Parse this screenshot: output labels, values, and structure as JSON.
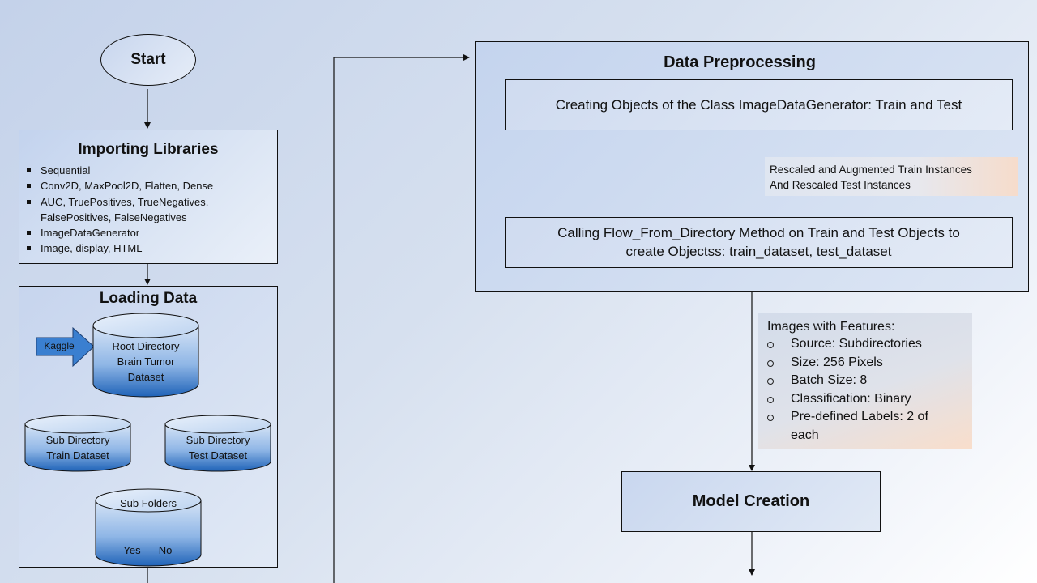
{
  "start": {
    "label": "Start"
  },
  "importing": {
    "title": "Importing Libraries",
    "items": [
      "Sequential",
      "Conv2D, MaxPool2D,  Flatten, Dense",
      "AUC, TruePositives, TrueNegatives, FalsePositives, FalseNegatives",
      "ImageDataGenerator",
      "Image, display, HTML"
    ]
  },
  "loading": {
    "title": "Loading Data",
    "kaggle": "Kaggle",
    "root_l1": "Root Directory",
    "root_l2": "Brain Tumor",
    "root_l3": "Dataset",
    "train_l1": "Sub Directory",
    "train_l2": "Train Dataset",
    "test_l1": "Sub Directory",
    "test_l2": "Test Dataset",
    "folders": "Sub Folders",
    "yes": "Yes",
    "no": "No"
  },
  "preprocessing": {
    "title": "Data Preprocessing",
    "step1": "Creating Objects of the Class ImageDataGenerator:  Train and Test",
    "note_l1": "Rescaled and Augmented Train Instances",
    "note_l2": "And  Rescaled Test Instances",
    "step2_l1": "Calling Flow_From_Directory  Method on Train and Test Objects  to",
    "step2_l2": "create Objectss: train_dataset, test_dataset"
  },
  "features": {
    "heading": "Images with Features:",
    "items": [
      "Source: Subdirectories",
      "Size: 256 Pixels",
      "Batch Size: 8",
      "Classification: Binary",
      "Pre-defined Labels: 2 of each"
    ]
  },
  "model": {
    "title": "Model Creation"
  },
  "colors": {
    "cylinder_top": "#1f63b8",
    "cylinder_light": "#cfe0f5",
    "arrow_fill": "#3a7fd0",
    "note_fill": "#dfe6f1"
  }
}
